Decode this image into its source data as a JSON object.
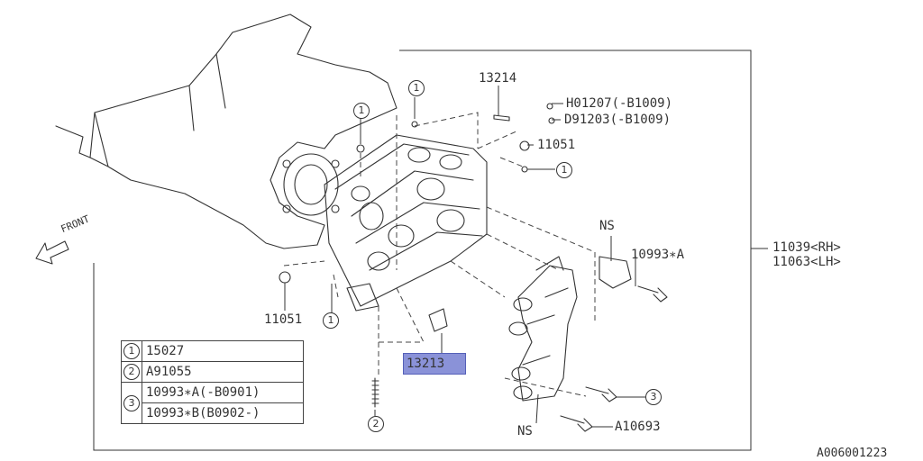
{
  "callouts": {
    "p13214": "13214",
    "h01207": "H01207(-B1009)",
    "d91203": "D91203(-B1009)",
    "p11051_top": "11051",
    "p11051_left": "11051",
    "ns_top": "NS",
    "ns_bottom": "NS",
    "p10993a": "10993∗A",
    "rh": "11039<RH>",
    "lh": "11063<LH>",
    "p13213": "13213",
    "a10693": "A10693"
  },
  "circles": {
    "one": "1",
    "two": "2",
    "three": "3"
  },
  "front_label": "FRONT",
  "legend": {
    "rows": [
      {
        "key": "1",
        "value": "15027"
      },
      {
        "key": "2",
        "value": "A91055"
      },
      {
        "key": "3",
        "value": "10993∗A(-B0901)"
      },
      {
        "key": "3",
        "value": "10993∗B(B0902-)"
      }
    ]
  },
  "diagram_code": "A006001223",
  "colors": {
    "highlight": "#8a92d8",
    "line": "#333333"
  }
}
